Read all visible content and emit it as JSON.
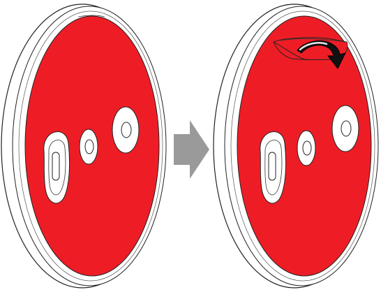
{
  "diagram": {
    "steps": [
      {
        "id": "before",
        "state": "adhesive-liner-attached"
      },
      {
        "id": "after",
        "state": "adhesive-liner-peeling"
      }
    ],
    "transition_icon": "right-arrow-icon",
    "action_icon": "curved-peel-arrow-icon"
  },
  "colors": {
    "adhesive_red": "#ee1d25",
    "rim_white": "#ffffff",
    "outline": "#222222",
    "transition_arrow": "#9a9a9a",
    "peel_arrow": "#111111",
    "peel_arrow_highlight": "#e6e6e6"
  }
}
